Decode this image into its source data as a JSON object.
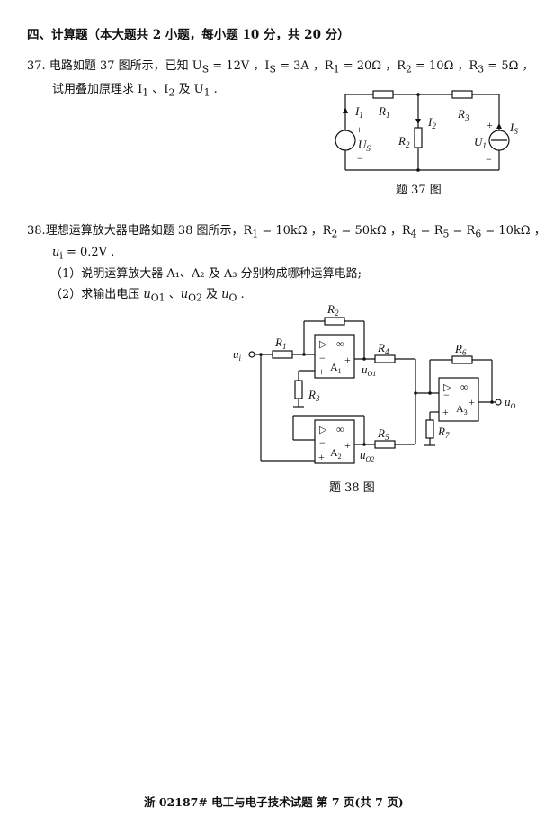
{
  "section": {
    "heading": "四、计算题（本大题共 2 小题，每小题 10 分，共 20 分）"
  },
  "q37": {
    "number": "37.",
    "line1": "电路如题 37 图所示，已知 U",
    "line1_sub": "S",
    "line1_rest": " = 12V ，I",
    "line1_is_sub": "S",
    "line1_rest2": " = 3A ，R",
    "r1_sub": "1",
    "r1_val": " = 20Ω ，R",
    "r2_sub": "2",
    "r2_val": " = 10Ω ，R",
    "r3_sub": "3",
    "r3_val": " = 5Ω ，",
    "line2": "试用叠加原理求 I",
    "i1_sub": "1",
    "line2_b": " 、I",
    "i2_sub": "2",
    "line2_c": " 及 U",
    "u1_sub": "1",
    "line2_d": " .",
    "caption": "题 37 图",
    "labels": {
      "I1": "I",
      "I1_sub": "1",
      "R1": "R",
      "R1_sub": "1",
      "I2": "I",
      "I2_sub": "2",
      "R2": "R",
      "R2_sub": "2",
      "R3": "R",
      "R3_sub": "3",
      "US": "U",
      "US_sub": "S",
      "IS": "I",
      "IS_sub": "S",
      "U1": "U",
      "U1_sub": "1",
      "plus": "+",
      "minus": "−"
    }
  },
  "q38": {
    "number": "38.",
    "line1": "理想运算放大器电路如题 38 图所示，R",
    "r1_sub": "1",
    "r1_val": " = 10kΩ ，R",
    "r2_sub": "2",
    "r2_val": " = 50kΩ ，R",
    "r4_sub": "4",
    "r4_val": " = R",
    "r5_sub": "5",
    "r5_val": " = R",
    "r6_sub": "6",
    "r6_val": " = 10kΩ ，",
    "line2": "u",
    "ui_sub": "i",
    "line2_val": " = 0.2V .",
    "item1": "（1）说明运算放大器 A₁、A₂ 及 A₃ 分别构成哪种运算电路;",
    "item2_a": "（2）求输出电压 ",
    "item2_u": "u",
    "item2_o1": "O1",
    "item2_b": " 、",
    "item2_o2": "O2",
    "item2_c": " 及 ",
    "item2_o": "O",
    "item2_d": " .",
    "caption": "题 38 图",
    "labels": {
      "ui": "u",
      "ui_sub": "i",
      "R1": "R",
      "R1_sub": "1",
      "R2": "R",
      "R2_sub": "2",
      "R3": "R",
      "R3_sub": "3",
      "R4": "R",
      "R4_sub": "4",
      "R5": "R",
      "R5_sub": "5",
      "R6": "R",
      "R6_sub": "6",
      "R7": "R",
      "R7_sub": "7",
      "A1": "A",
      "A1_sub": "1",
      "A2": "A",
      "A2_sub": "2",
      "A3": "A",
      "A3_sub": "3",
      "uo1": "u",
      "uo1_sub": "O1",
      "uo2": "u",
      "uo2_sub": "O2",
      "uo": "u",
      "uo_sub": "O",
      "tri": "▷",
      "inf": "∞",
      "plus": "+",
      "minus": "−"
    }
  },
  "footer": {
    "text": "浙 02187# 电工与电子技术试题 第 7 页(共 7 页)"
  }
}
